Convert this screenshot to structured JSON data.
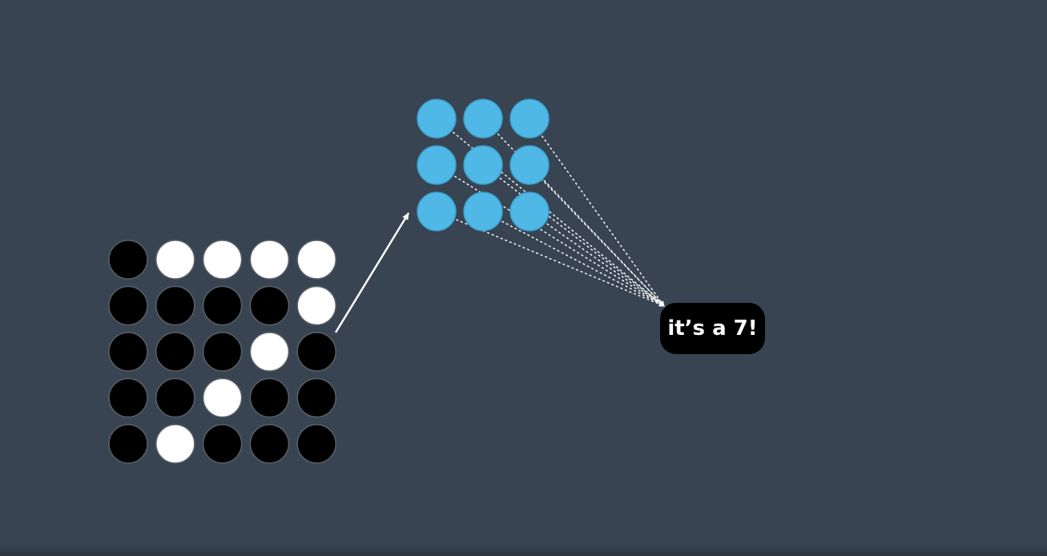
{
  "colors": {
    "background": "#384452",
    "pixel_on": "#ffffff",
    "pixel_off": "#000000",
    "pixel_border": "#5a6068",
    "neuron": "#4fb8e6",
    "neuron_border": "#3a9cc8",
    "arrow": "#ffffff",
    "connection": "#ffffff",
    "label_bg": "#000000",
    "label_text": "#ffffff"
  },
  "input_grid": {
    "rows": 5,
    "cols": 5,
    "pixels": [
      [
        0,
        1,
        1,
        1,
        1
      ],
      [
        0,
        0,
        0,
        0,
        1
      ],
      [
        0,
        0,
        0,
        1,
        0
      ],
      [
        0,
        0,
        1,
        0,
        0
      ],
      [
        0,
        1,
        0,
        0,
        0
      ]
    ]
  },
  "hidden_layer": {
    "rows": 3,
    "cols": 3
  },
  "output": {
    "label": "it’s a 7!"
  }
}
